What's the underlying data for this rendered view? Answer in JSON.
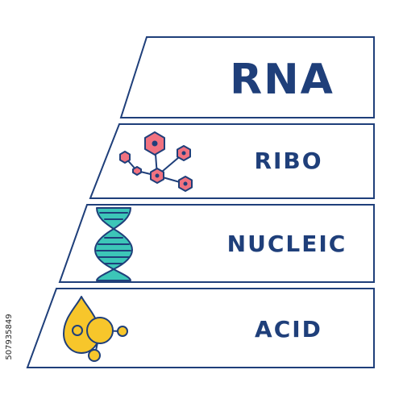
{
  "title": {
    "text": "RNA"
  },
  "rows": [
    {
      "label": "RIBO",
      "icon": "molecule-icon"
    },
    {
      "label": "NUCLEIC",
      "icon": "dna-helix-icon"
    },
    {
      "label": "ACID",
      "icon": "acid-drop-icon"
    }
  ],
  "side_code": "507935849",
  "colors": {
    "ink": "#1f3f7a",
    "molecule": "#f07280",
    "helix": "#3cc6b8",
    "drop": "#f7c62b"
  }
}
